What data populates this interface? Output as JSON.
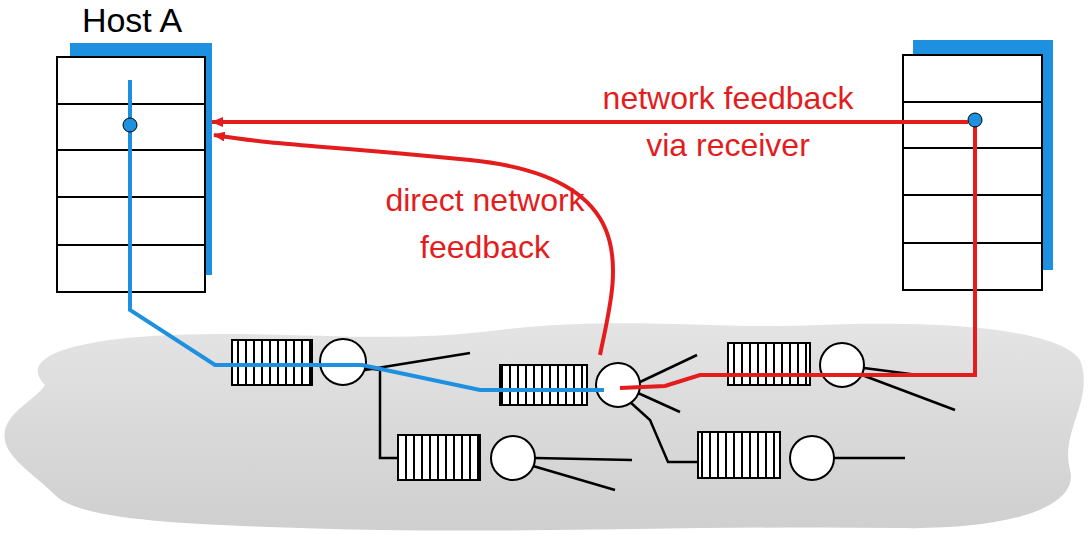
{
  "diagram": {
    "nodes": [
      {
        "text": [
          "Host A"
        ]
      }
    ],
    "labels": [
      "network feedback via receiver",
      "direct network feedback"
    ]
  }
}
